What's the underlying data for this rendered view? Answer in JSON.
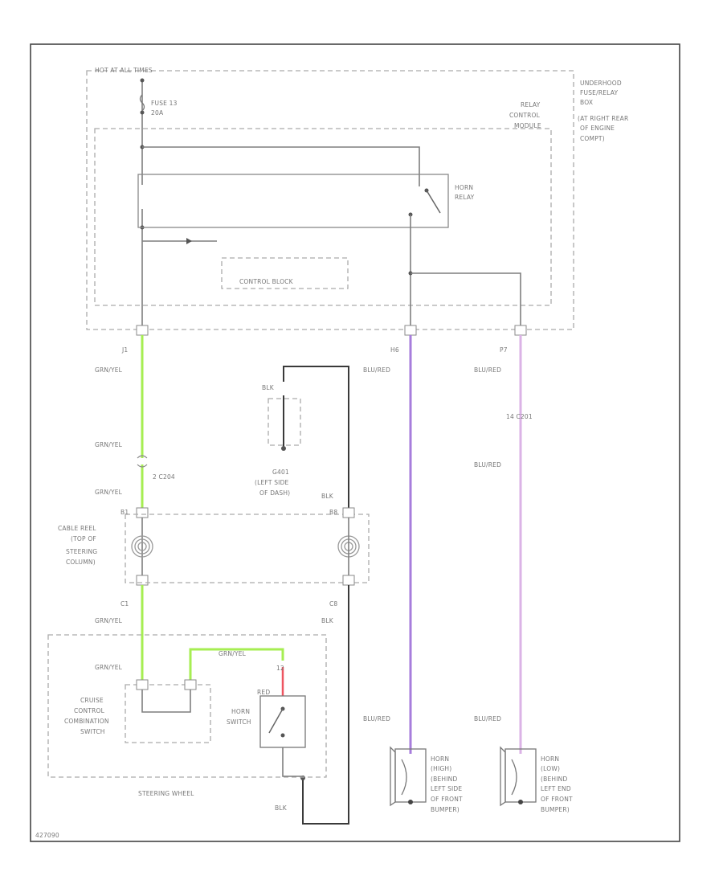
{
  "labels": {
    "hot_at_all_times": "HOT AT ALL TIMES",
    "fuse_line1": "FUSE 13",
    "fuse_line2": "20A",
    "relay_module_line1": "RELAY",
    "relay_module_line2": "CONTROL",
    "relay_module_line3": "MODULE",
    "underhood_line1": "UNDERHOOD",
    "underhood_line2": "FUSE/RELAY",
    "underhood_line3": "BOX",
    "underhood_line4": "(AT RIGHT REAR",
    "underhood_line5": "OF ENGINE",
    "underhood_line6": "COMPT)",
    "horn_relay_line1": "HORN",
    "horn_relay_line2": "RELAY",
    "control_block": "CONTROL BLOCK",
    "pin_j1": "J1",
    "pin_h6": "H6",
    "pin_p7": "P7",
    "wire_grn_yel_1": "GRN/YEL",
    "wire_blk_ground": "BLK",
    "wire_blu_red_1": "BLU/RED",
    "wire_blu_red_2": "BLU/RED",
    "connector_c201": "14 C201",
    "wire_blu_red_3": "BLU/RED",
    "wire_grn_yel_2": "GRN/YEL",
    "connector_c204": "2 C204",
    "wire_grn_yel_3": "GRN/YEL",
    "g401_line1": "G401",
    "g401_line2": "(LEFT SIDE",
    "g401_line3": "OF DASH)",
    "blk_top": "BLK",
    "pin_b1": "B1",
    "pin_b8": "B8",
    "cable_reel_line1": "CABLE REEL",
    "cable_reel_line2": "(TOP OF",
    "cable_reel_line3": "STEERING",
    "cable_reel_line4": "COLUMN)",
    "pin_c1": "C1",
    "pin_c8": "C8",
    "wire_grn_yel_4": "GRN/YEL",
    "wire_blk_c8": "BLK",
    "wire_grn_yel_5": "GRN/YEL",
    "wire_grn_yel_6": "GRN/YEL",
    "pin_12": "12",
    "wire_red": "RED",
    "cruise_line1": "CRUISE",
    "cruise_line2": "CONTROL",
    "cruise_line3": "COMBINATION",
    "cruise_line4": "SWITCH",
    "horn_switch_line1": "HORN",
    "horn_switch_line2": "SWITCH",
    "steering_wheel": "STEERING WHEEL",
    "blk_bottom": "BLK",
    "wire_blu_red_4": "BLU/RED",
    "wire_blu_red_5": "BLU/RED",
    "horn_high_line1": "HORN",
    "horn_high_line2": "(HIGH)",
    "horn_high_line3": "(BEHIND",
    "horn_high_line4": "LEFT SIDE",
    "horn_high_line5": "OF FRONT",
    "horn_high_line6": "BUMPER)",
    "horn_low_line1": "HORN",
    "horn_low_line2": "(LOW)",
    "horn_low_line3": "(BEHIND",
    "horn_low_line4": "LEFT END",
    "horn_low_line5": "OF FRONT",
    "horn_low_line6": "BUMPER)",
    "figure_id": "427090"
  },
  "colors": {
    "wire_green": "#a6ee52",
    "wire_violet": "#a77ddc",
    "wire_pink": "#dbb3e6",
    "wire_red": "#ee5560"
  }
}
